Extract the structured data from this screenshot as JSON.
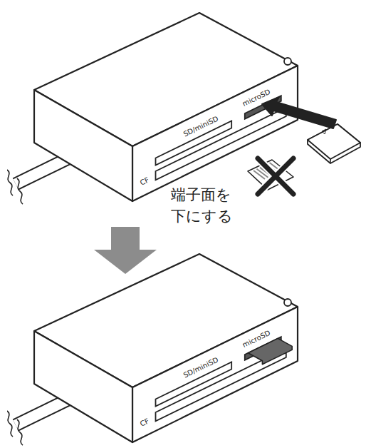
{
  "diagram": {
    "labels": [
      "microSD",
      "SD/miniSD",
      "CF",
      "端子面を 下にする",
      "microSD",
      "SD/miniSD",
      "CF"
    ]
  }
}
